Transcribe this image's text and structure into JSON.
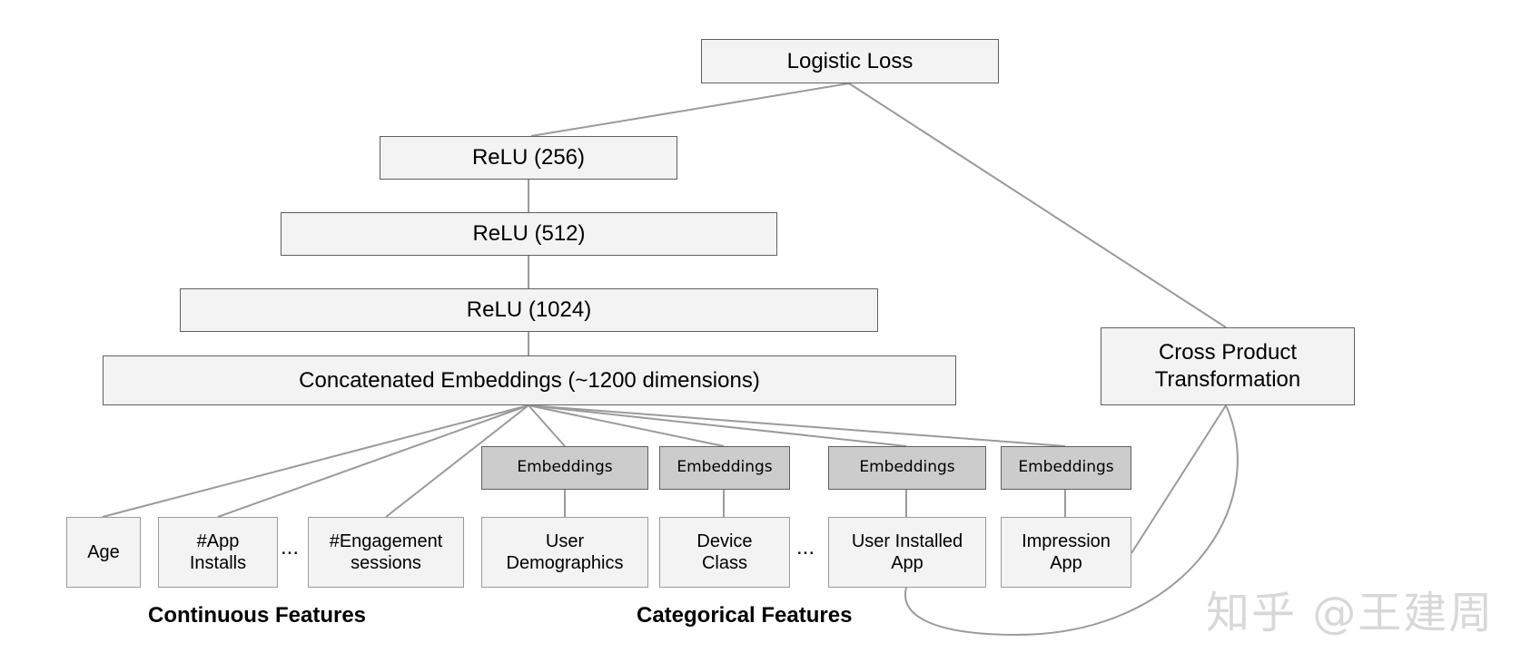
{
  "nodes": {
    "logistic_loss": "Logistic Loss",
    "relu_256": "ReLU (256)",
    "relu_512": "ReLU (512)",
    "relu_1024": "ReLU (1024)",
    "concat": "Concatenated Embeddings (~1200 dimensions)",
    "cross_product": "Cross Product\nTransformation"
  },
  "continuous_features": [
    "Age",
    "#App\nInstalls",
    "#Engagement\nsessions"
  ],
  "categorical_features": [
    "User\nDemographics",
    "Device\nClass",
    "User Installed\nApp",
    "Impression\nApp"
  ],
  "embedding_label": "Embeddings",
  "ellipsis": "...",
  "labels": {
    "continuous": "Continuous Features",
    "categorical": "Categorical Features"
  },
  "watermark": "知乎 @王建周",
  "colors": {
    "box_fill": "#f3f3f3",
    "embedding_fill": "#cccccc",
    "border": "#5f5f5f",
    "connector": "#9a9a9a"
  }
}
